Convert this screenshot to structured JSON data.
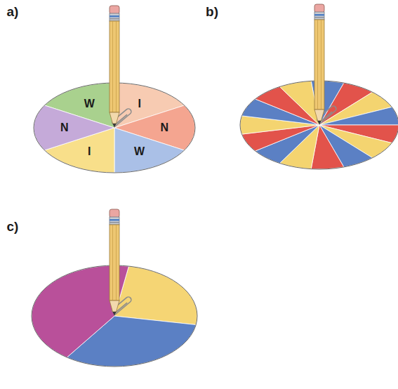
{
  "diagram": {
    "labels": [
      "a)",
      "b)",
      "c)",
      "W",
      "I",
      "N",
      "W",
      "I",
      "N"
    ]
  }
}
